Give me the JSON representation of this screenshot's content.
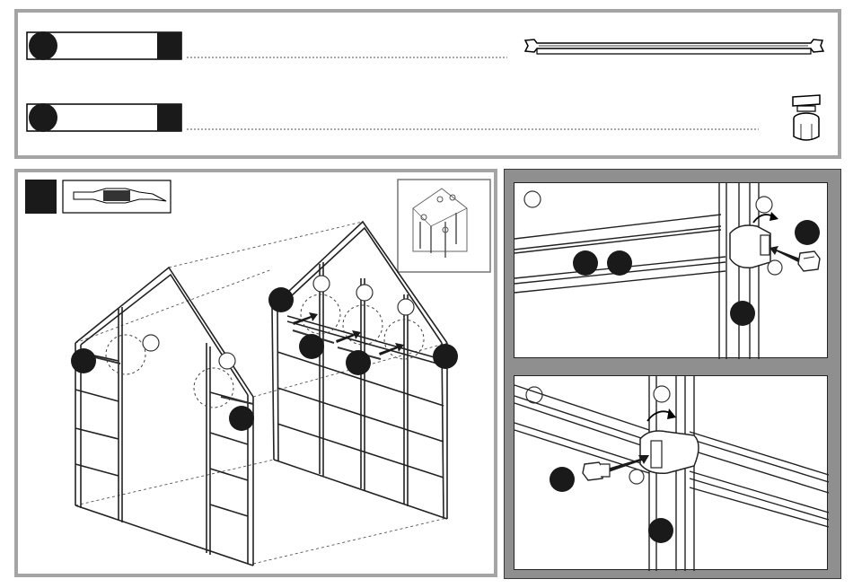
{
  "parts": [
    {
      "id": "part-a",
      "icon": "bar-profile-icon",
      "label": "",
      "qty": ""
    },
    {
      "id": "part-b",
      "icon": "bolt-nut-icon",
      "label": "",
      "qty": ""
    }
  ],
  "step": {
    "number": "",
    "tool": "wrench-screwdriver-icon"
  },
  "details": [
    {
      "id": "detail-a",
      "label": ""
    },
    {
      "id": "detail-b",
      "label": ""
    }
  ],
  "colors": {
    "frame": "#a4a4a4",
    "dark": "#1a1a1a",
    "panel_bg": "#8f8f8f"
  }
}
